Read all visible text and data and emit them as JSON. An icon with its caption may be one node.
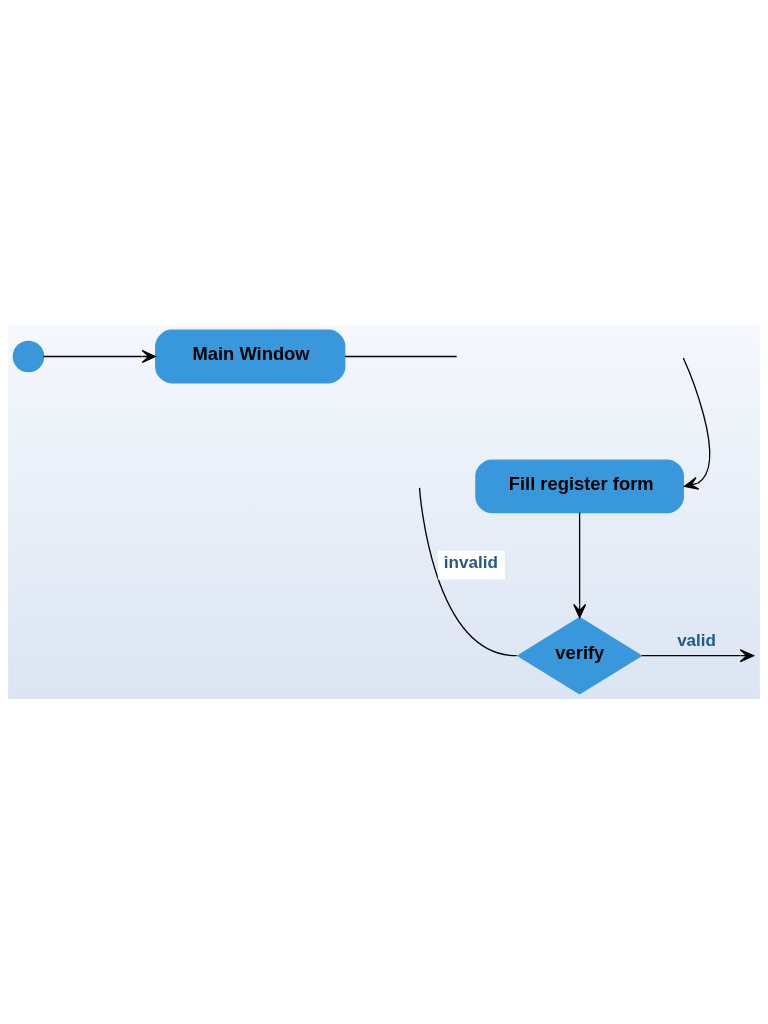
{
  "diagram": {
    "nodes": [
      {
        "text": [],
        "shape": "circle"
      },
      {
        "text": [
          "Main Window"
        ]
      },
      {
        "text": [
          "Fill register form"
        ]
      },
      {
        "text": [
          "verify"
        ]
      }
    ],
    "edges": [
      {
        "from": 0,
        "to": 1,
        "arrow": "to"
      },
      {
        "from": 1,
        "to": null,
        "arrow": "none"
      },
      {
        "from": null,
        "to": 2,
        "arrow": "to"
      },
      {
        "from": 2,
        "to": 3,
        "arrow": "to"
      },
      {
        "from": 3,
        "to": null,
        "arrow": "none",
        "label": "invalid"
      },
      {
        "from": 3,
        "to": null,
        "arrow": "to",
        "label": "valid"
      }
    ]
  }
}
